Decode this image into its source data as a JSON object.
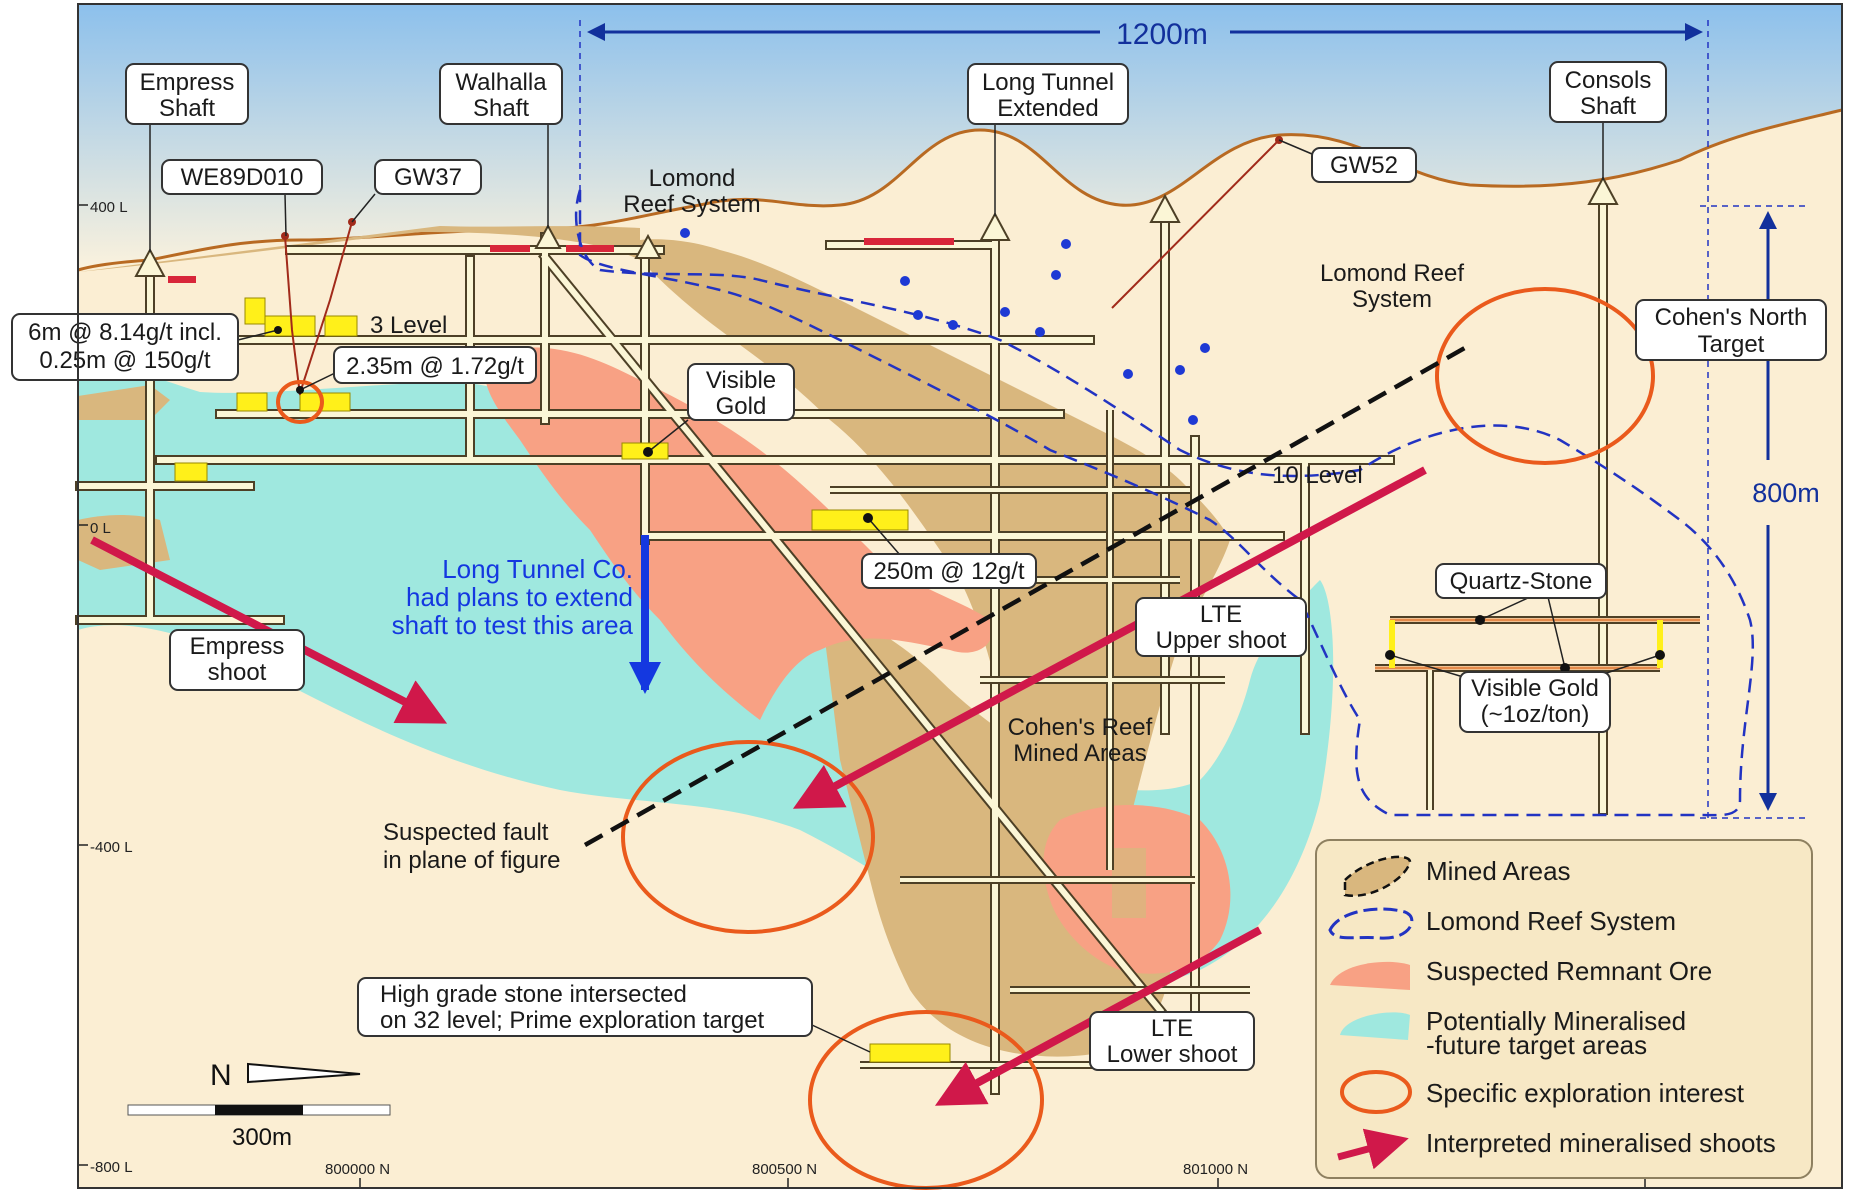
{
  "scale_text": "1200m",
  "vertical_scale_text": "800m",
  "level_ticks": [
    "400 L",
    "0 L",
    "-400 L",
    "-800 L"
  ],
  "northings": [
    "800000 N",
    "800500 N",
    "801000 N"
  ],
  "shafts": [
    {
      "l1": "Empress",
      "l2": "Shaft"
    },
    {
      "l1": "Walhalla",
      "l2": "Shaft"
    },
    {
      "l1": "Long Tunnel",
      "l2": "Extended"
    },
    {
      "l1": "Consols",
      "l2": "Shaft"
    }
  ],
  "drillholes": [
    "WE89D010",
    "GW37",
    "GW52"
  ],
  "intercepts": {
    "a_l1": "6m @ 8.14g/t incl.",
    "a_l2": "0.25m @ 150g/t",
    "b": "2.35m @ 1.72g/t",
    "c": "250m @ 12g/t"
  },
  "levels": {
    "l3": "3 Level",
    "l10": "10 Level"
  },
  "reef_label_1": {
    "l1": "Lomond",
    "l2": "Reef System"
  },
  "reef_label_2": {
    "l1": "Lomond Reef",
    "l2": "System"
  },
  "visible_gold": {
    "l1": "Visible",
    "l2": "Gold"
  },
  "long_tunnel_note": [
    "Long Tunnel Co.",
    "had plans to extend",
    "shaft to test this area"
  ],
  "empress_shoot": {
    "l1": "Empress",
    "l2": "shoot"
  },
  "lte_upper": {
    "l1": "LTE",
    "l2": "Upper shoot"
  },
  "lte_lower": {
    "l1": "LTE",
    "l2": "Lower shoot"
  },
  "cohens_reef": {
    "l1": "Cohen's Reef",
    "l2": "Mined Areas"
  },
  "cohens_north": {
    "l1": "Cohen's North",
    "l2": "Target"
  },
  "quartz_stone": "Quartz-Stone",
  "visible_gold_2": {
    "l1": "Visible Gold",
    "l2": "(~1oz/ton)"
  },
  "fault": {
    "l1": "Suspected fault",
    "l2": "in plane of figure"
  },
  "high_grade": {
    "l1": "High grade stone intersected",
    "l2": "on 32 level; Prime exploration target"
  },
  "north_label": "N",
  "scale_bar_label": "300m",
  "legend": [
    {
      "label": "Mined Areas"
    },
    {
      "label": "Lomond Reef System"
    },
    {
      "label": "Suspected Remnant Ore"
    },
    {
      "label": "Potentially Mineralised",
      "label2": "-future target areas"
    },
    {
      "label": "Specific exploration interest"
    },
    {
      "label": "Interpreted mineralised shoots"
    }
  ],
  "colors": {
    "background": "#fbeed3",
    "sky_top": "#8cc0ec",
    "topography": "#b86a22",
    "mined": "#d9b77e",
    "remnant_ore": "#f8a184",
    "mineralised": "#9fe8df",
    "reef_line": "#2233c2",
    "exploration_circle": "#ea5a1c",
    "shoot_arrow": "#d0184a",
    "tunnel": "#fbf6d6",
    "scale_blue": "#12309c",
    "ore_yellow": "#fff01a"
  }
}
